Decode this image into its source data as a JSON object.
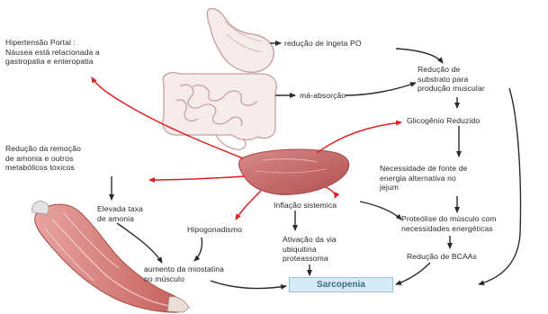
{
  "labels": {
    "hipertensao": [
      "Hipertensão Portal :",
      "Náusea está relacionada a",
      "gastropatia e enteropatia"
    ],
    "reducao_ingesta": [
      "redução de ingeta PO"
    ],
    "reducao_substrato": [
      "Redução de",
      "substrato para",
      "produção muscular"
    ],
    "ma_absorcao": [
      "má-absorção"
    ],
    "glicogenio": [
      "Glicogênio Reduzido"
    ],
    "reducao_remocao": [
      "Redução da remoção",
      "de amonia e outros",
      "metabólicos toxicos"
    ],
    "necessidade": [
      "Necessidade de fonte de",
      "energia alternativa no",
      "jejum"
    ],
    "elevada": [
      "Elevada taxa",
      "de amonia"
    ],
    "inflacao": [
      "Inflação sistemica"
    ],
    "hipogonadismo": [
      "Hipogonadismo"
    ],
    "proteolise": [
      "Proteólise do músculo com",
      "necessidades energéticas"
    ],
    "ativacao": [
      "Ativação da via",
      "ubiquitina",
      "proteassoma"
    ],
    "reducao_bcaas": [
      "Redução de BCAAs"
    ],
    "aumento": [
      "aumento da miostatina",
      "no músculo"
    ],
    "sarcopenia": "Sarcopenia"
  },
  "colors": {
    "black_arrow": "#2b2b2b",
    "red_arrow": "#e02020",
    "organ_outline": "#c9a0a0",
    "liver": "#c46b6b",
    "box_fill": "#d6ebf5",
    "box_text": "#3d6d8a"
  },
  "icons": [
    "stomach-illustration",
    "intestine-illustration",
    "liver-illustration",
    "arm-muscle-illustration"
  ]
}
